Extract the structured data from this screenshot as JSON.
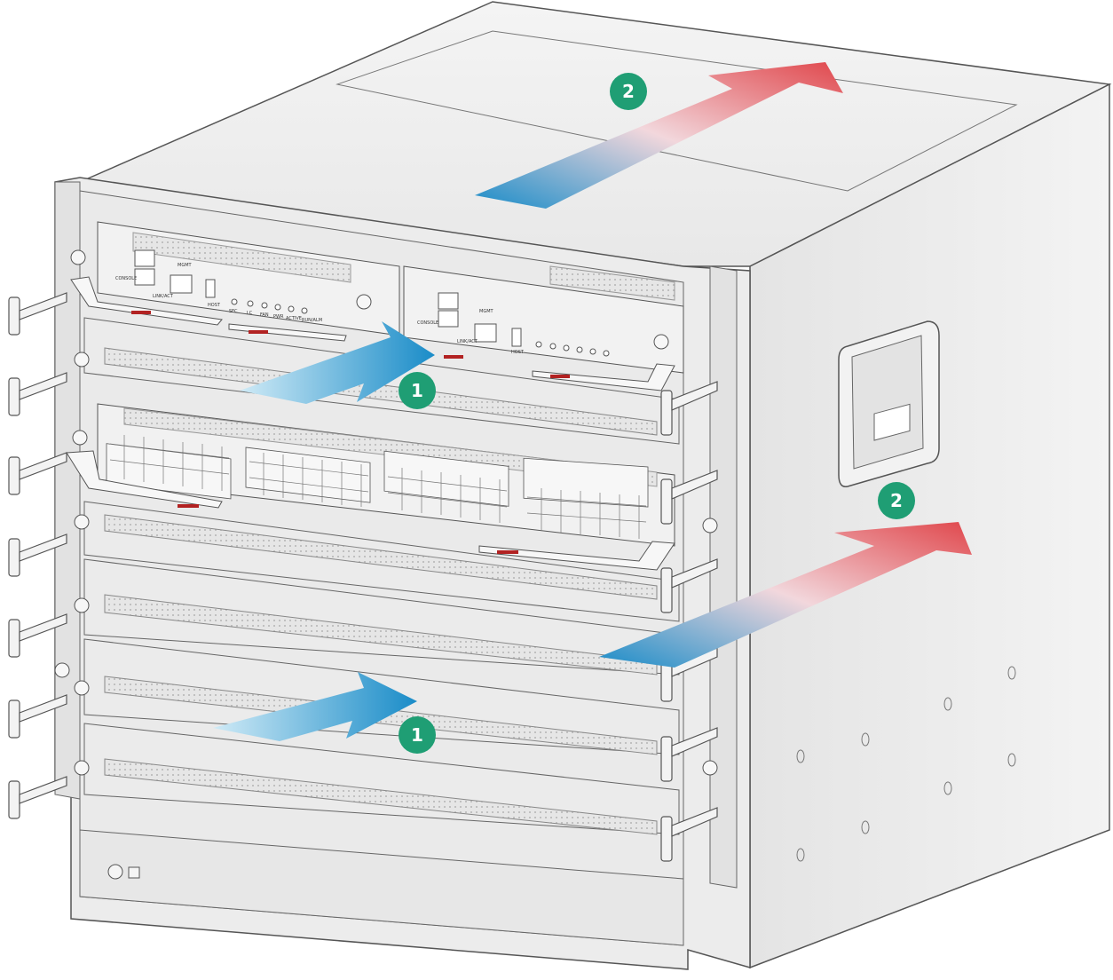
{
  "callouts": [
    {
      "label": "1"
    },
    {
      "label": "1"
    },
    {
      "label": "2"
    },
    {
      "label": "2"
    }
  ],
  "panel_labels": {
    "console": "CONSOLE",
    "mgmt": "MGMT",
    "link_act": "LINK/ACT",
    "host": "HOST",
    "led_labels": [
      "SFC",
      "LC",
      "FAN",
      "PWR",
      "ACTIVE",
      "RUN/ALM"
    ]
  },
  "colors": {
    "callout_fill": "#1f9e74",
    "arrow_intake": "#1a8cc8",
    "arrow_exhaust": "#e0474c",
    "chassis": "#ececec",
    "outline": "#555555"
  },
  "icons": [
    "chassis-front-view",
    "handle",
    "sfp-port",
    "ground-symbol"
  ]
}
